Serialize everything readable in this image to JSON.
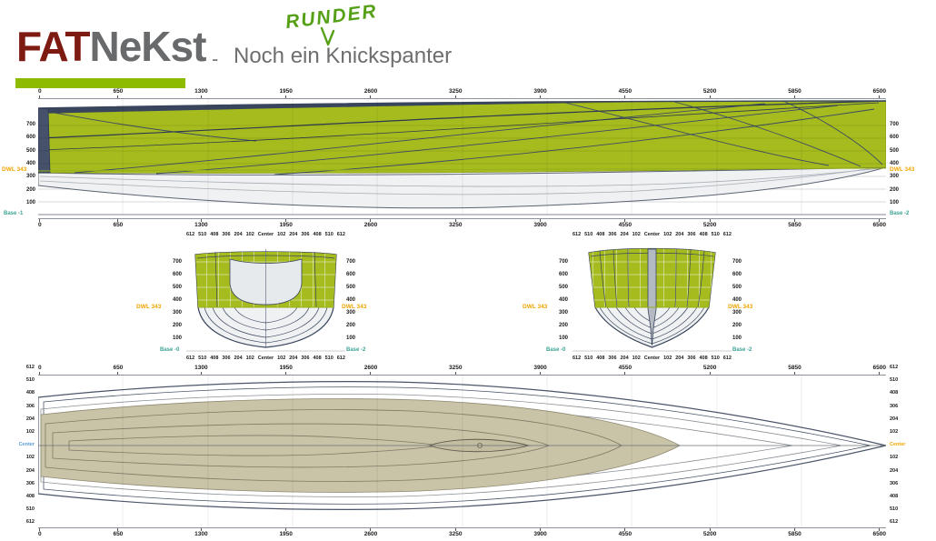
{
  "header": {
    "logo": {
      "fat": "FAT",
      "nekst": "NeKst"
    },
    "separator": "-",
    "subtitle": "Noch ein Knickspanter",
    "annotation": "RUNDER"
  },
  "profile_view": {
    "ruler": [
      "0",
      "650",
      "1300",
      "1950",
      "2600",
      "3250",
      "3900",
      "4550",
      "5200",
      "5850",
      "6500"
    ],
    "height_scale": [
      "700",
      "600",
      "500",
      "400",
      "300",
      "200",
      "100"
    ],
    "dwl_left": "DWL 343",
    "dwl_right": "DWL 343",
    "base_left": "Base -1",
    "base_right": "Base -2"
  },
  "body_plan": {
    "breadth_scale": [
      "612",
      "510",
      "408",
      "306",
      "204",
      "102",
      "Center",
      "102",
      "204",
      "306",
      "408",
      "510",
      "612"
    ],
    "height_scale": [
      "700",
      "600",
      "500",
      "400",
      "300",
      "200",
      "100"
    ],
    "dwl": "DWL 343",
    "base_left": "Base -0",
    "base_right": "Base -2"
  },
  "plan_view": {
    "ruler": [
      "0",
      "650",
      "1300",
      "1950",
      "2600",
      "3250",
      "3900",
      "4550",
      "5200",
      "5850",
      "6500"
    ],
    "breadth_scale": [
      "612",
      "510",
      "408",
      "306",
      "204",
      "102",
      "Center",
      "102",
      "204",
      "306",
      "408",
      "510",
      "612"
    ]
  },
  "colors": {
    "hull_green": "#a6bc1e",
    "plan_tan": "#c9c3a7",
    "outline_navy": "#39455c",
    "dwl_orange": "#f0a500",
    "base_teal": "#3da394",
    "logo_red": "#7d1a12",
    "logo_gray": "#696a6c",
    "logo_bar_green": "#8cbb00",
    "annotation_green": "#55a016"
  }
}
